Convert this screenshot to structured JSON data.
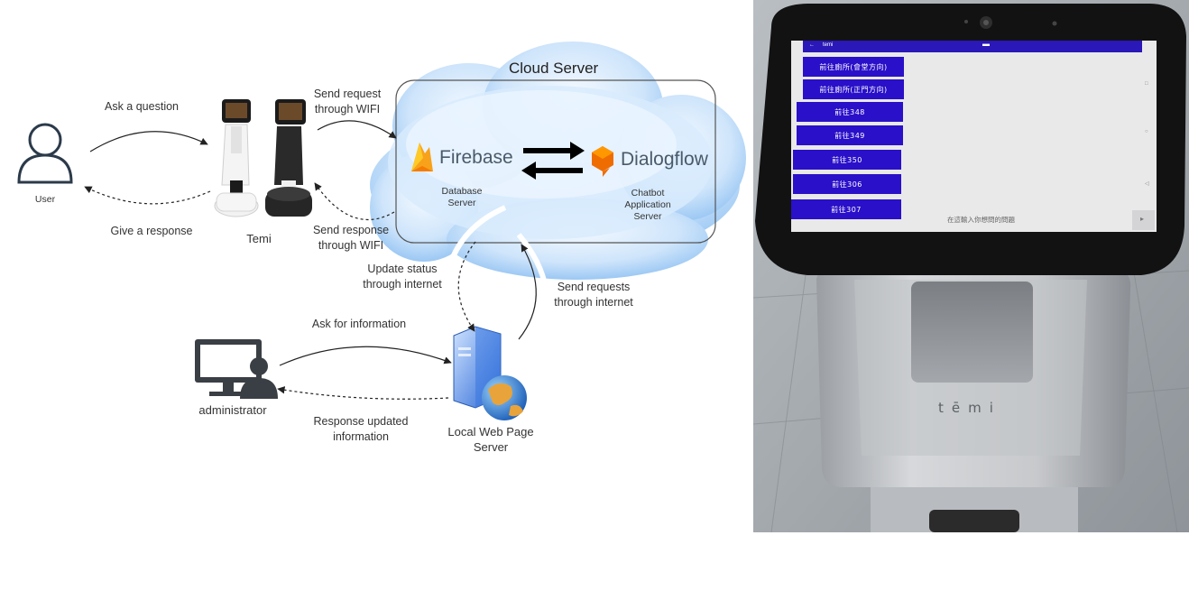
{
  "diagram": {
    "cloud_title": "Cloud Server",
    "firebase": {
      "brand": "Firebase",
      "caption_line1": "Database",
      "caption_line2": "Server"
    },
    "dialogflow": {
      "brand": "Dialogflow",
      "caption_line1": "Chatbot",
      "caption_line2": "Application",
      "caption_line3": "Server"
    },
    "user_label": "User",
    "temi_label": "Temi",
    "admin_label": "administrator",
    "web_server_line1": "Local Web Page",
    "web_server_line2": "Server",
    "edges": {
      "ask_question": "Ask a question",
      "give_response": "Give a response",
      "send_request_line1": "Send request",
      "send_request_line2": "through WIFI",
      "send_response_line1": "Send response",
      "send_response_line2": "through WIFI",
      "update_status_line1": "Update status",
      "update_status_line2": "through internet",
      "send_requests_line1": "Send requests",
      "send_requests_line2": "through internet",
      "ask_info": "Ask for information",
      "response_updated_line1": "Response updated",
      "response_updated_line2": "information"
    }
  },
  "photo": {
    "app_title": "temi",
    "menu_items": [
      "前往廁所(會堂方向)",
      "前往廁所(正門方向)",
      "前往348",
      "前往349",
      "前往350",
      "前往306",
      "前往307"
    ],
    "input_placeholder": "在這輸入你想問的問題",
    "robot_logo": "tēmi"
  },
  "colors": {
    "cloud_light": "#e6f2ff",
    "cloud_mid": "#a9d0f7",
    "menu_button": "#2a10c8",
    "firebase_orange": "#f7a21a",
    "dialogflow_orange": "#ef6c00"
  }
}
